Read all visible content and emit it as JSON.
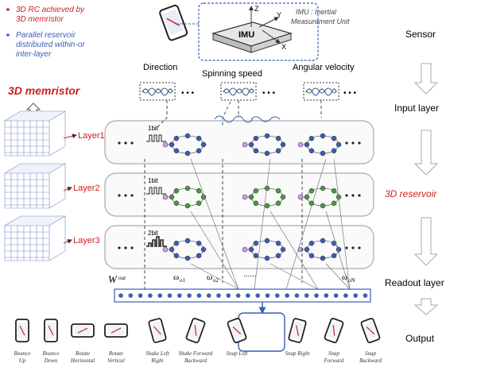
{
  "notes": {
    "line1": "3D RC achieved by",
    "line2": "3D memristor",
    "line3": "Parallel reservoir",
    "line4": "distributed within-or",
    "line5": "inter-layer"
  },
  "imu": {
    "box_label": "IMU",
    "axis_z": "Z",
    "axis_y": "Y",
    "axis_x": "X",
    "caption1": "IMU : Inertial",
    "caption2": "Measurement Unit"
  },
  "features": {
    "direction": "Direction",
    "spinning_speed": "Spinning  speed",
    "angular_velocity": "Angular velocity",
    "ellipsis": "• • •"
  },
  "memristor_title": "3D memristor",
  "layers": [
    {
      "label": "Layer1",
      "bits": "1bit"
    },
    {
      "label": "Layer2",
      "bits": "1bit"
    },
    {
      "label": "Layer3",
      "bits": "2bit"
    }
  ],
  "stages": {
    "sensor": "Sensor",
    "input_layer": "Input layer",
    "reservoir": "3D reservoir",
    "readout_layer": "Readout layer",
    "output": "Output"
  },
  "readout": {
    "w_out": "W",
    "w_out_sup": "out",
    "omega1": "ω",
    "sub1": "o1",
    "sub2": "o2",
    "subN": "oN",
    "dots": "......"
  },
  "gestures": [
    "Bounce Up",
    "Bounce Down",
    "Rotate Horizontal",
    "Rotate Vertical",
    "Shake Left Right",
    "Shake Forward Backward",
    "Snap Left",
    "Snap Right",
    "Snap Forward",
    "Snap Backward"
  ],
  "colors": {
    "accent_red": "#cc1f1f",
    "node_blue": "#3a5db5",
    "node_green": "#4a9a3a",
    "grey_box": "#8a8a8a"
  }
}
